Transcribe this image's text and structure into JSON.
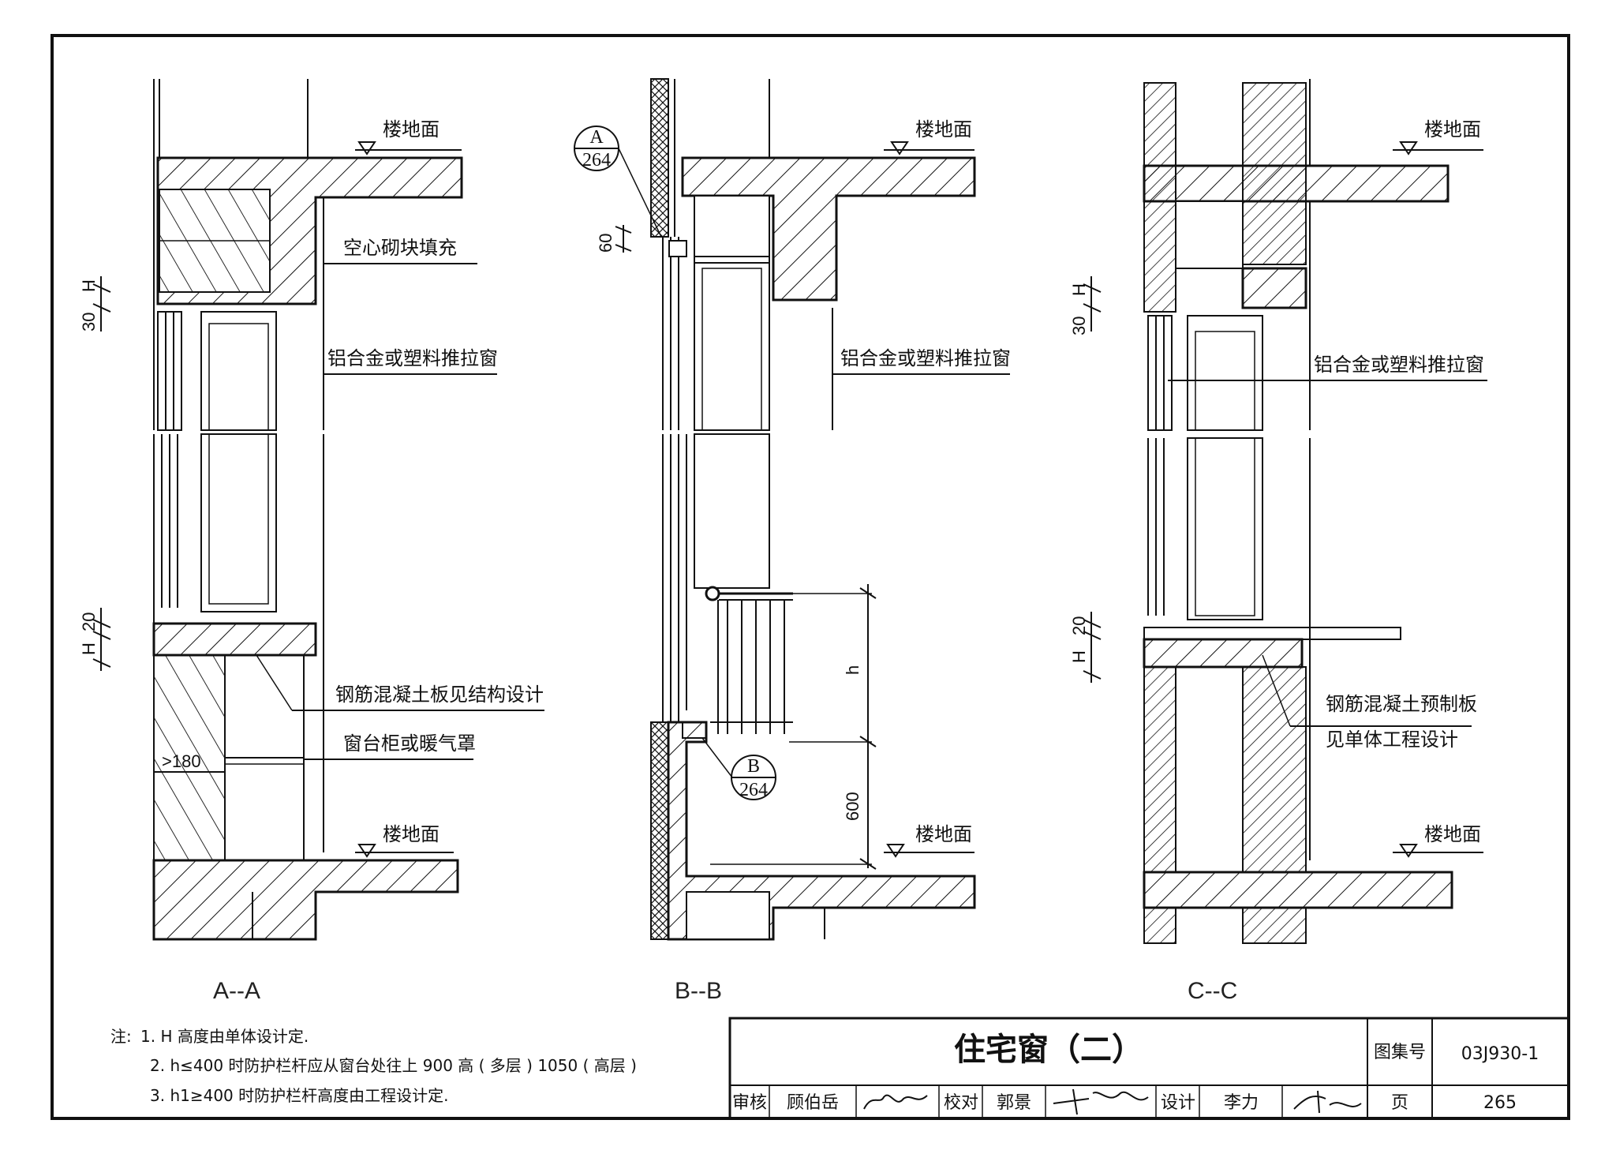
{
  "sections": {
    "a": {
      "title": "A--A",
      "floor_top": "楼地面",
      "hollow_block": "空心砌块填充",
      "window_top": "铝合金或塑料推拉窗",
      "dim_top": "30",
      "dim_top_h": "H",
      "dim_bottom_h": "H",
      "dim_bottom_20": "20",
      "rc_slab": "钢筋混凝土板见结构设计",
      "sill_cabinet": "窗台柜或暖气罩",
      "min_depth": ">180",
      "floor_bottom": "楼地面"
    },
    "b": {
      "title": "B--B",
      "floor_top": "楼地面",
      "window_top": "铝合金或塑料推拉窗",
      "dim_60": "60",
      "callout_a_letter": "A",
      "callout_a_page": "264",
      "callout_b_letter": "B",
      "callout_b_page": "264",
      "dim_h": "h",
      "dim_600": "600",
      "floor_bottom": "楼地面"
    },
    "c": {
      "title": "C--C",
      "floor_top": "楼地面",
      "window_top": "铝合金或塑料推拉窗",
      "dim_top": "30",
      "dim_top_h": "H",
      "dim_bottom_h": "H",
      "dim_bottom_20": "20",
      "precast_1": "钢筋混凝土预制板",
      "precast_2": "见单体工程设计",
      "floor_bottom": "楼地面"
    }
  },
  "notes": {
    "prefix": "注:",
    "line1": "1. H 高度由单体设计定.",
    "line2": "2. h≤400 时防护栏杆应从窗台处往上 900 高 ( 多层 ) 1050 ( 高层 )",
    "line3": "3. h1≥400 时防护栏杆高度由工程设计定."
  },
  "title_block": {
    "title": "住宅窗（二）",
    "atlas_label": "图集号",
    "atlas_no": "03J930-1",
    "review_label": "审核",
    "reviewer": "顾伯岳",
    "check_label": "校对",
    "checker": "郭景",
    "design_label": "设计",
    "designer": "李力",
    "page_label": "页",
    "page_no": "265"
  }
}
